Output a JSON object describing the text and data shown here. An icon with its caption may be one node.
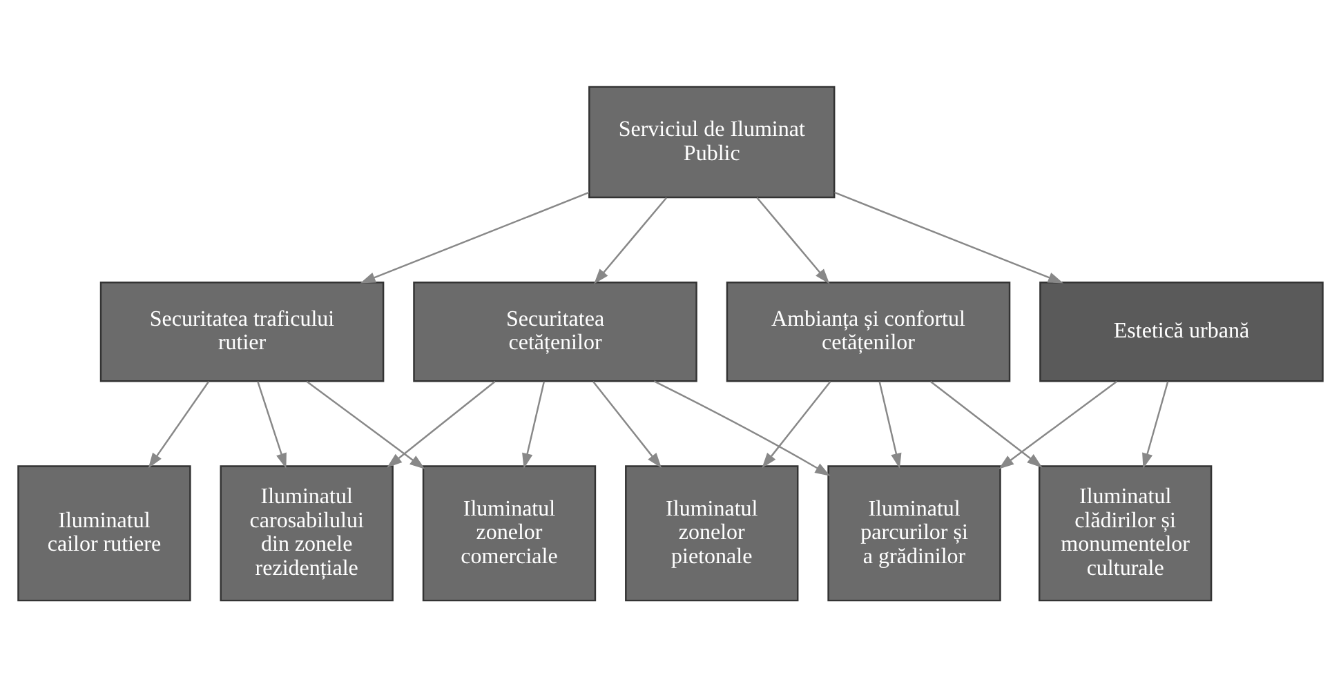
{
  "diagram": {
    "nodes": [
      {
        "text": [
          "Serviciul de Iluminat Public"
        ]
      },
      {
        "text": [
          "Securitatea traficului rutier"
        ]
      },
      {
        "text": [
          "Securitatea cetățenilor"
        ]
      },
      {
        "text": [
          "Ambianța și confortul cetățenilor"
        ]
      },
      {
        "text": [
          "Estetică urbană"
        ]
      },
      {
        "text": [
          "Iluminatul cailor rutiere"
        ]
      },
      {
        "text": [
          "Iluminatul carosabilului din zonele rezidențiale"
        ]
      },
      {
        "text": [
          "Iluminatul zonelor comerciale"
        ]
      },
      {
        "text": [
          "Iluminatul zonelor pietonale"
        ]
      },
      {
        "text": [
          "Iluminatul parcurilor și a grădinilor"
        ]
      },
      {
        "text": [
          "Iluminatul clădirilor și monumentelor culturale"
        ]
      }
    ],
    "edges": [
      {
        "from": 0,
        "to": 1,
        "arrow": "to"
      },
      {
        "from": 0,
        "to": 2,
        "arrow": "to"
      },
      {
        "from": 0,
        "to": 3,
        "arrow": "to"
      },
      {
        "from": 0,
        "to": 4,
        "arrow": "to"
      },
      {
        "from": 1,
        "to": 5,
        "arrow": "to"
      },
      {
        "from": 1,
        "to": 6,
        "arrow": "to"
      },
      {
        "from": 1,
        "to": 7,
        "arrow": "to"
      },
      {
        "from": 2,
        "to": 6,
        "arrow": "to"
      },
      {
        "from": 2,
        "to": 7,
        "arrow": "to"
      },
      {
        "from": 2,
        "to": 8,
        "arrow": "to"
      },
      {
        "from": 2,
        "to": 9,
        "arrow": "to"
      },
      {
        "from": 3,
        "to": 8,
        "arrow": "to"
      },
      {
        "from": 3,
        "to": 9,
        "arrow": "to"
      },
      {
        "from": 3,
        "to": 10,
        "arrow": "to"
      },
      {
        "from": 4,
        "to": 9,
        "arrow": "to"
      },
      {
        "from": 4,
        "to": 10,
        "arrow": "to"
      }
    ]
  }
}
